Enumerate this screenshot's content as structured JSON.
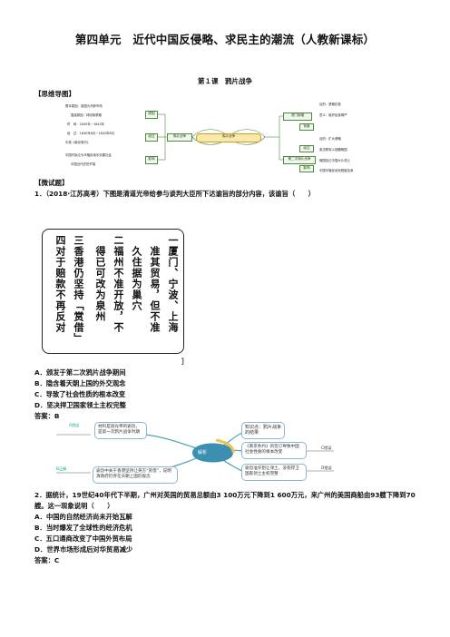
{
  "title": "第四单元　近代中国反侵略、求民主的潮流（人教新课标）",
  "lesson": "第１课　鸦片战争",
  "mindmap": {
    "heading": "【思维导图】",
    "center": "鸦片战争",
    "branch_left": "鸦片战争",
    "branch_right_top": "虎门销烟",
    "branch_right_bottom": "第二次鸦片战争",
    "left_boxes": [
      "原因",
      "经过",
      "影响"
    ],
    "right_boxes": [
      "背景",
      "经过",
      "影响"
    ],
    "left_lines": [
      "根本原因：英国为开辟市场",
      "直接原因：林则徐禁烟",
      "时　间：1840年－1842年",
      "经　过：1840年6月－1842年8月",
      "中英《南京条约》",
      "中国开始沦为半殖民地半封建社会",
      "中国近代史的开端"
    ],
    "right_lines": [
      "目的：禁烟抗英",
      "意义：维护民族尊严",
      "目的：扩大侵略",
      "英法联军火烧圆明园",
      "俄国割占中国大片领土",
      "中国半殖民地化程度加深"
    ]
  },
  "practice": {
    "heading": "【微试题】",
    "q1": "1．（2018·江苏高考）下图是清道光帝给参与谈判大臣所下达谕旨的部分内容，该谕旨（　　）",
    "q1_close": "］",
    "edict_columns": [
      "一厦门、宁波、上海",
      "准其贸易，但不准",
      "久住据为巢穴",
      "二福州不准开放，不",
      "得已可改为泉州",
      "三香港仍坚持「赏借」",
      "四对于赔款不再反对"
    ],
    "q1_options": [
      "A．颁发于第二次鸦片战争期间",
      "B．隐含着天朝上国的外交观念",
      "C．导致了社会性质的根本改变",
      "D．坚决捍卫国家领土主权完整"
    ],
    "q1_answer": "答案：B",
    "analysis": {
      "center": "解析",
      "a_tag": "A错误",
      "a_text": "材料是道光帝的谕旨，是第一次鸦片战争时期",
      "b_tag": "B正确",
      "b_text": "谕旨中关于香港坚持让英方“赏借”，说明清政府仍存在天朝上国的观念",
      "kp_text": "知识点：鸦片战争的结果",
      "c_tag": "C错误",
      "c_text": "《南京条约》的签订导致中国社会性质的根本改变",
      "d_tag": "D错误",
      "d_text": "谕旨准许割让领土，没有捍卫国家领土主权完整"
    },
    "q2": "2．据统计，19世纪40年代下半期，广州对英国的贸易总额由3 100万元下降到1 600万元，来广州的美国商船由93艘下降到70艘。这一现象说明（　　）",
    "q2_options": [
      "A．中国的自然经济尚未开始瓦解",
      "B．当时爆发了全球性的经济危机",
      "C．五口通商改变了中国外贸布局",
      "D．世界市场形成后对华贸易减少"
    ],
    "q2_answer": "答案：C"
  }
}
